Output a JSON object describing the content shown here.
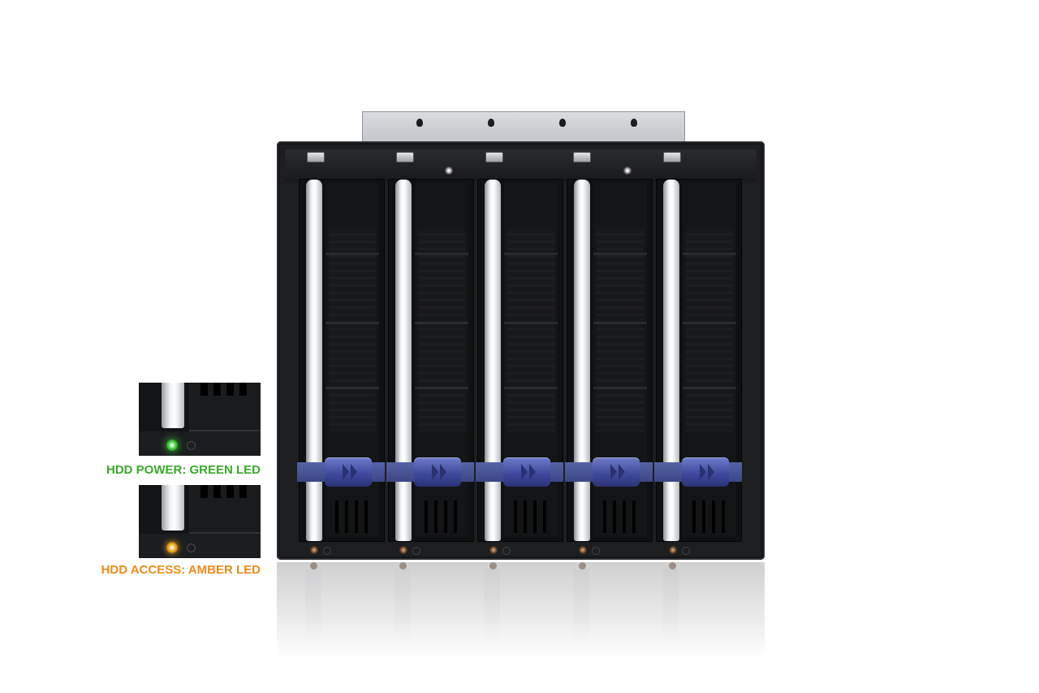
{
  "product": {
    "bays": 5,
    "latch_color": "#4552a0",
    "frame_color": "#1d1e20"
  },
  "callouts": [
    {
      "label": "HDD POWER: GREEN LED",
      "led_color": "#3fd13a",
      "text_color": "#3aa92b"
    },
    {
      "label": "HDD ACCESS: AMBER LED",
      "led_color": "#f2a81c",
      "text_color": "#f08c1a"
    }
  ]
}
